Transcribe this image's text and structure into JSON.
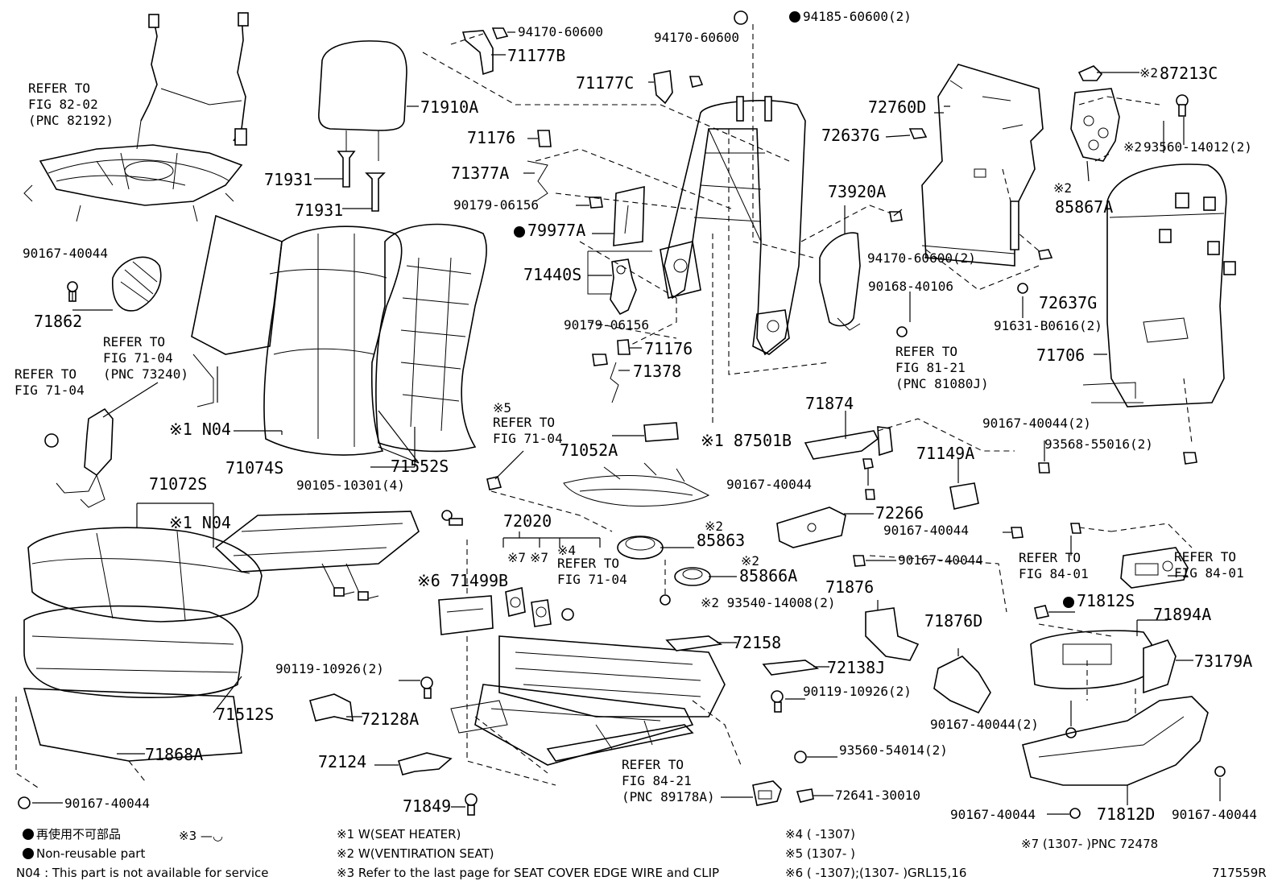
{
  "diagram_id": "717559R",
  "labels": {
    "p94185": "94185-60600(2)",
    "p94170a": "94170-60600",
    "p71177b": "71177B",
    "p94170b": "94170-60600",
    "p71177c": "71177C",
    "p71910a": "71910A",
    "p71176a": "71176",
    "p71377a": "71377A",
    "p90179a": "90179-06156",
    "p79977a": "79977A",
    "p71931a": "71931",
    "p71931b": "71931",
    "p72760d": "72760D",
    "p72637g_a": "72637G",
    "p73920a": "73920A",
    "p87213c": "87213C",
    "p93560_14012": "93560-14012(2)",
    "p85867a": "85867A",
    "x2_87213c": "※2",
    "x2_93560": "※2",
    "x2_85867a": "※2",
    "p94170_2": "94170-60600(2)",
    "p90168": "90168-40106",
    "p72637g_b": "72637G",
    "p91631": "91631-B0616(2)",
    "p71706": "71706",
    "p71440s": "71440S",
    "p90179b": "90179-06156",
    "p71176b": "71176",
    "p71378": "71378",
    "p90167_top": "90167-40044",
    "p71862": "71862",
    "p71074s": "71074S",
    "p71552s": "71552S",
    "x1_n04_a": "※1 N04",
    "p87501b": "※1 87501B",
    "p71874": "71874",
    "p90167_2_r": "90167-40044(2)",
    "p93568": "93568-55016(2)",
    "p71072s": "71072S",
    "x1_n04_b": "※1 N04",
    "p90105": "90105-10301(4)",
    "p71052a": "71052A",
    "p90167_mid": "90167-40044",
    "p71149a": "71149A",
    "p72266": "72266",
    "p90167_mid2": "90167-40044",
    "p72020": "72020",
    "x2_85863": "※2",
    "p85863": "85863",
    "p90167_mid3": "90167-40044",
    "x2_85866a": "※2",
    "p85866a": "85866A",
    "x6_71499b": "※6 71499B",
    "x7_a": "※7",
    "x7_b": "※7",
    "x4": "※4",
    "p93540": "※2 93540-14008(2)",
    "p71876": "71876",
    "p71812s": "71812S",
    "p71894a": "71894A",
    "p72158": "72158",
    "p90119_l": "90119-10926(2)",
    "p72138j": "72138J",
    "p71876d": "71876D",
    "p73179a": "73179A",
    "p90119_r": "90119-10926(2)",
    "p71512s": "71512S",
    "p72128a": "72128A",
    "p90167_2_b": "90167-40044(2)",
    "p71868a": "71868A",
    "p93560_54014": "93560-54014(2)",
    "p72124": "72124",
    "p72641": "72641-30010",
    "p90167_bl": "90167-40044",
    "p71849": "71849",
    "p90167_br1": "90167-40044",
    "p71812d": "71812D",
    "p90167_br2": "90167-40044"
  },
  "references": {
    "ref_8202": "REFER TO\nFIG 82-02\n(PNC 82192)",
    "ref_7104_pnc": "REFER TO\nFIG 71-04\n(PNC 73240)",
    "ref_7104_left": "REFER TO\nFIG 71-04",
    "ref_8121": "REFER TO\nFIG 81-21\n(PNC 81080J)",
    "ref_7104_x5": "REFER TO\nFIG 71-04",
    "x5_mark": "※5",
    "ref_7104_x4": "REFER TO\nFIG 71-04",
    "ref_8401_l": "REFER TO\nFIG 84-01",
    "ref_8401_r": "REFER TO\nFIG 84-01",
    "ref_8421": "REFER TO\nFIG 84-21\n(PNC 89178A)"
  },
  "legend": {
    "non_reusable_jp": "再使用不可部品",
    "non_reusable_en": "Non-reusable part",
    "n04_note": "N04 : This part is not available for service",
    "x3_mark": "※3",
    "x1": "※1 W(SEAT HEATER)",
    "x2": "※2 W(VENTIRATION SEAT)",
    "x3": "※3 Refer to the last page for SEAT COVER EDGE WIRE and CLIP",
    "x4": "※4 (     -1307)",
    "x5": "※5 (1307-     )",
    "x6": "※6 (     -1307);(1307-     )GRL15,16",
    "x7": "※7 (1307-     )PNC 72478"
  }
}
